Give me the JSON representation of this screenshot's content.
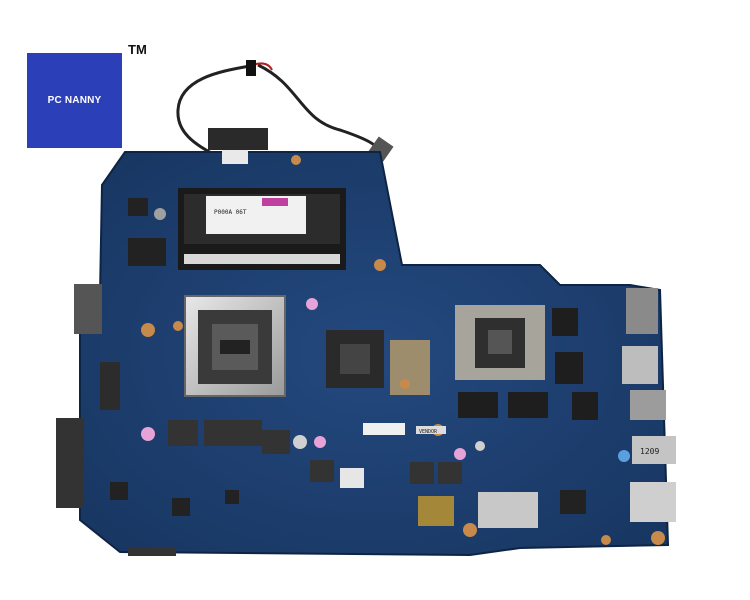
{
  "brand": {
    "logo_text": "PC NANNY",
    "trademark": "TM",
    "logo_color": "#2b3fb8"
  },
  "photo": {
    "subject": "laptop motherboard",
    "board_color": "#1c3d6e",
    "labels": {
      "ram_sticker_1": "P000A 06T",
      "ram_sticker_2": "VENDOR",
      "hdmi_label": "1209"
    }
  }
}
